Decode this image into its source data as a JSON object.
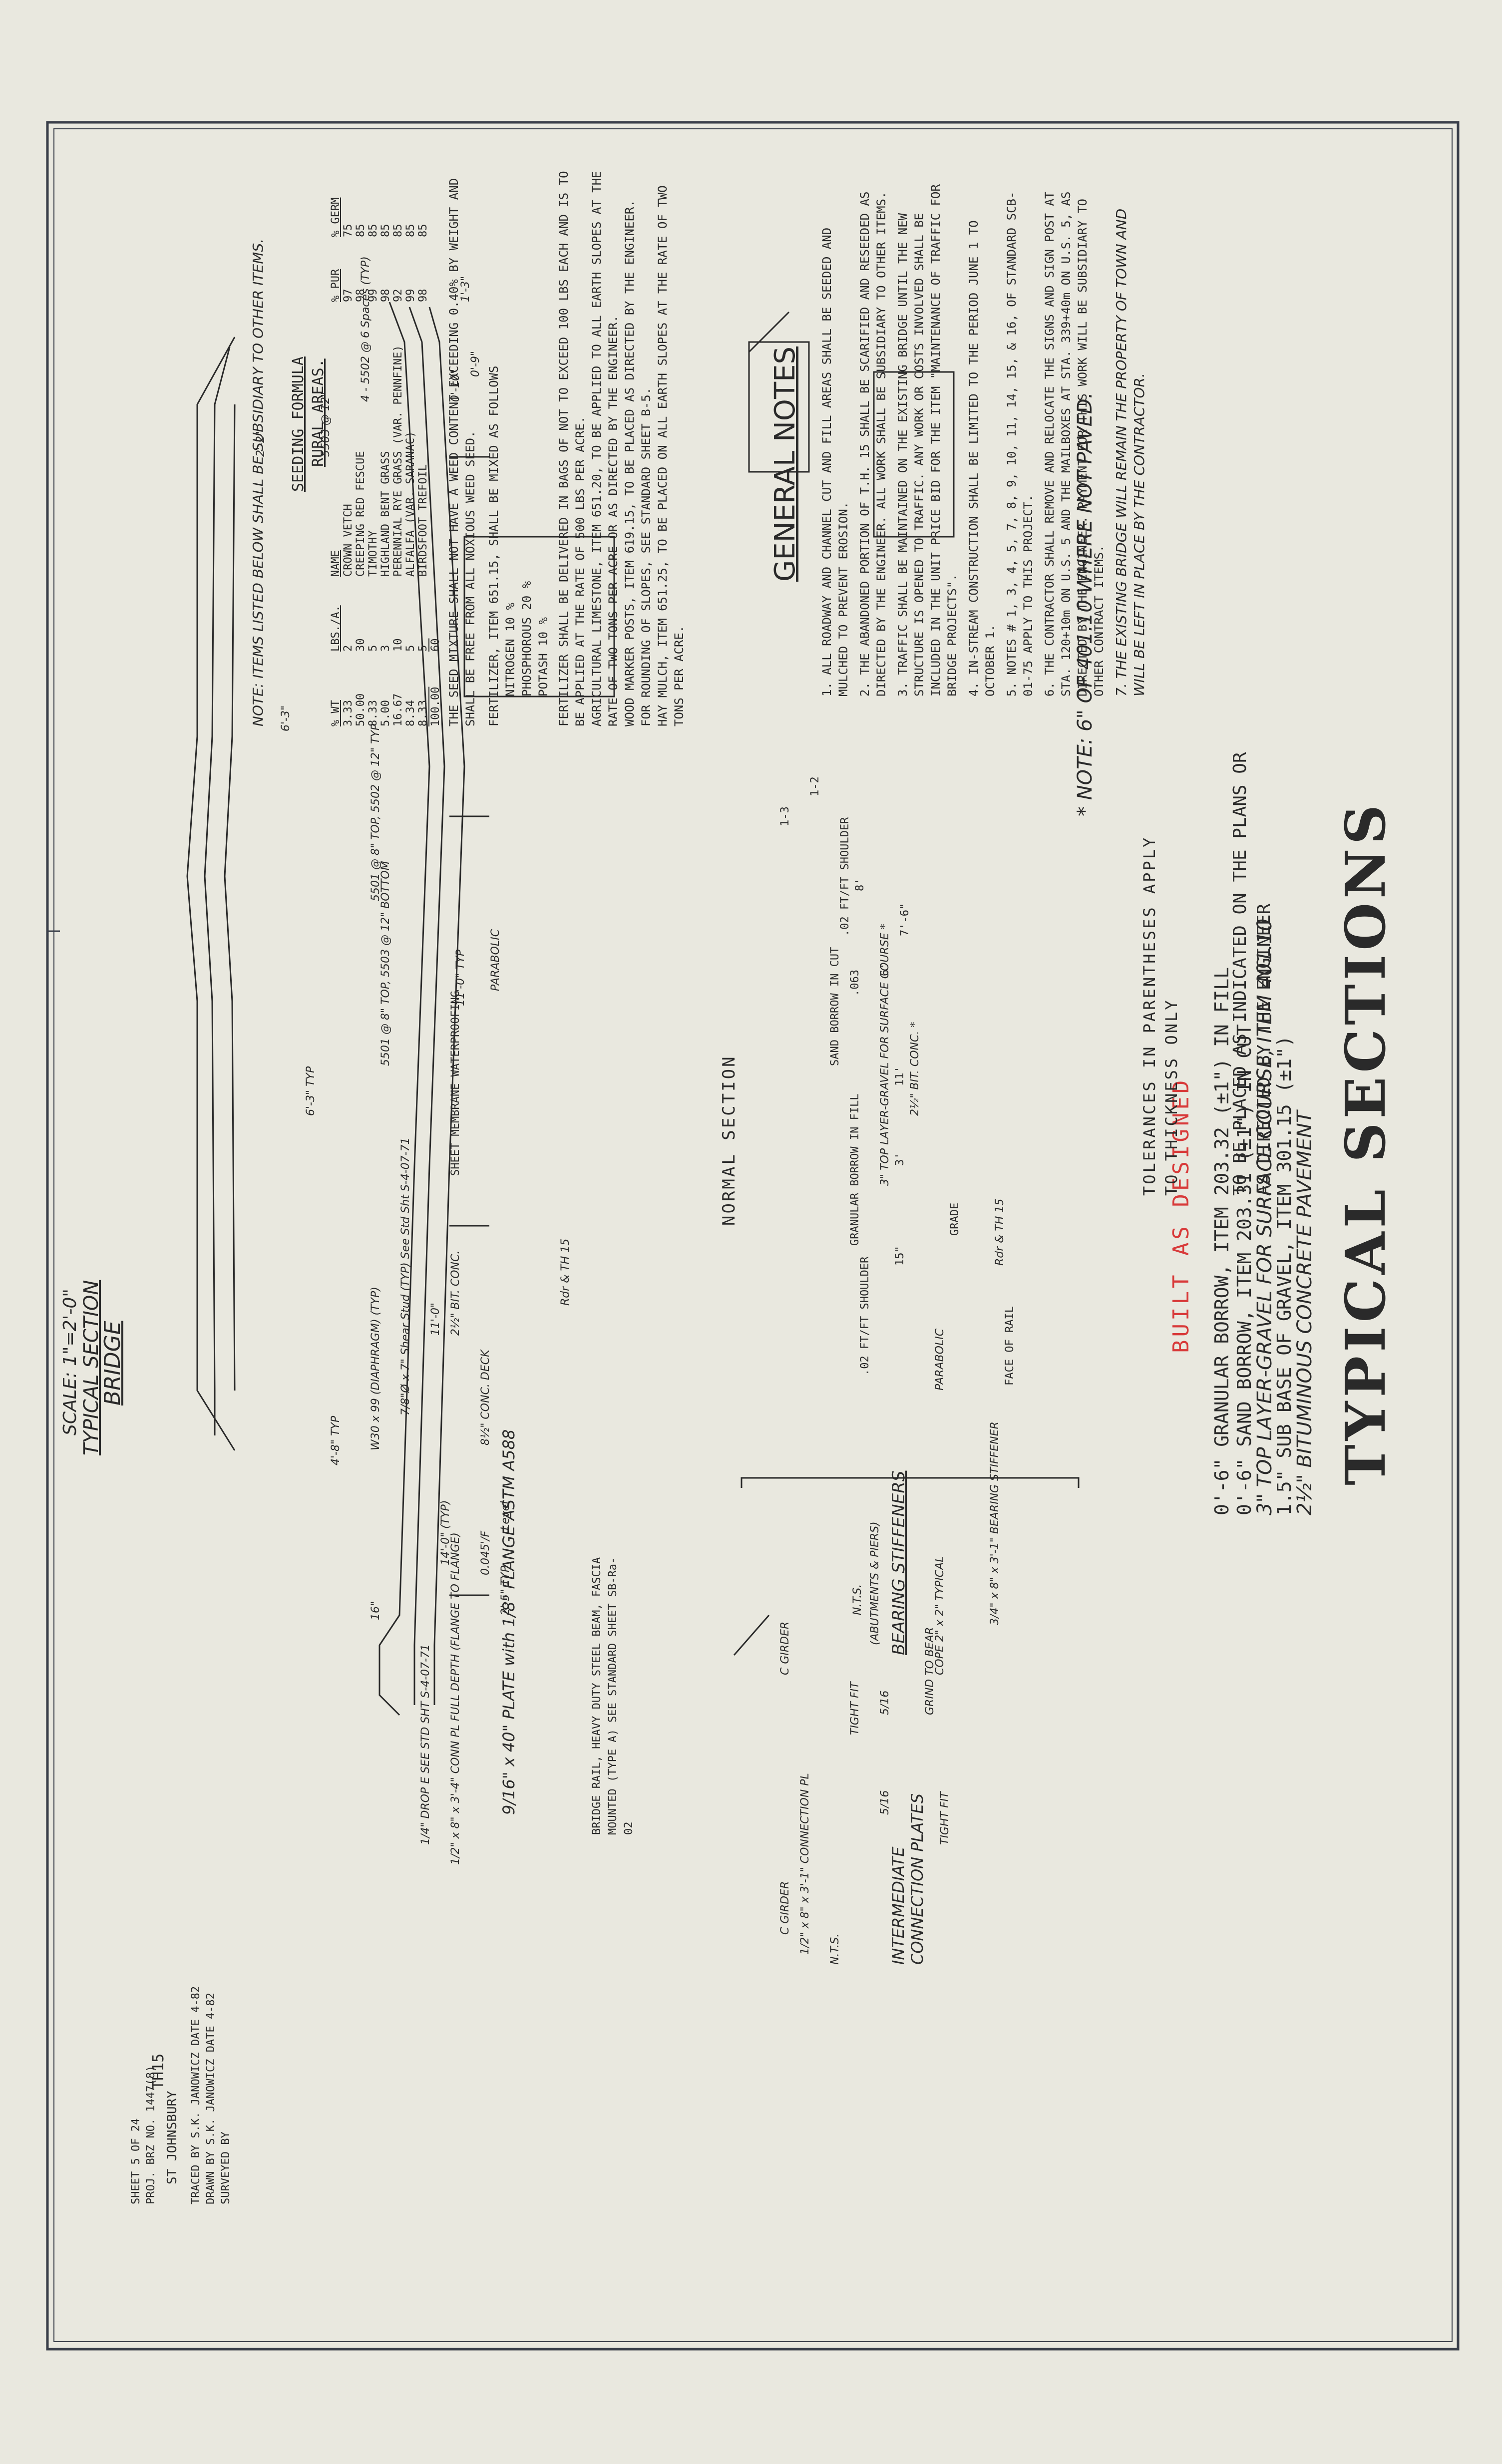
{
  "title": "TYPICAL SECTIONS",
  "layers": [
    "2½\" BITUMINOUS CONCRETE PAVEMENT",
    "1.5\" SUB BASE OF GRAVEL, ITEM 301.15 (±1\")",
    "3\" TOP LAYER-GRAVEL FOR SURFACE COURSE, ITEM 401.10",
    "0'-6\" SAND BORROW, ITEM 203.31 (±1\") IN CUT",
    "0'-6\" GRANULAR BORROW, ITEM 203.32 (±1\") IN FILL"
  ],
  "placement_note": "TO BE PLACED AS INDICATED ON THE PLANS OR AS DIRECTED BY THE ENGINEER",
  "built_stamp": "BUILT AS DESIGNED",
  "tolerance_note": "TOLERANCES IN PARENTHESES APPLY TO THICKNESS ONLY",
  "star_note": "* NOTE: 6\" OF 401.10 WHERE NOT PAVED.",
  "seeding": {
    "top_note": "NOTE: ITEMS LISTED BELOW SHALL BE SUBSIDIARY TO OTHER ITEMS.",
    "title": "SEEDING FORMULA",
    "subtitle": "RURAL AREAS.",
    "headers": [
      "% WT",
      "LBS./A.",
      "NAME",
      "% PUR",
      "% GERM"
    ],
    "rows": [
      [
        "3.33",
        "2",
        "CROWN VETCH",
        "97",
        "75"
      ],
      [
        "50.00",
        "30",
        "CREEPING RED FESCUE",
        "98",
        "85"
      ],
      [
        "8.33",
        "5",
        "TIMOTHY",
        "99",
        "85"
      ],
      [
        "5.00",
        "3",
        "HIGHLAND BENT GRASS",
        "98",
        "85"
      ],
      [
        "16.67",
        "10",
        "PERENNIAL RYE GRASS (VAR. PENNFINE)",
        "92",
        "85"
      ],
      [
        "8.34",
        "5",
        "ALFALFA (VAR. SARANAC)",
        "99",
        "85"
      ],
      [
        "8.33",
        "5",
        "BIRDSFOOT TREFOIL",
        "98",
        "85"
      ],
      [
        "100.00",
        "60",
        "",
        "",
        ""
      ]
    ],
    "mixture_note": "THE SEED MIXTURE SHALL NOT HAVE A WEED CONTENT EXCEEDING 0.40% BY WEIGHT AND SHALL BE FREE FROM ALL NOXIOUS WEED SEED.",
    "fertilizer": "FERTILIZER, ITEM 651.15, SHALL BE MIXED AS FOLLOWS",
    "nutrients": [
      "NITROGEN 10 %",
      "PHOSPHOROUS 20 %",
      "POTASH 10 %"
    ],
    "paragraphs": [
      "FERTILIZER SHALL BE DELIVERED IN BAGS OF NOT TO EXCEED 100 LBS EACH AND IS TO BE APPLIED AT THE RATE OF 500 LBS PER ACRE.",
      "AGRICULTURAL LIMESTONE, ITEM 651.20, TO BE APPLIED TO ALL EARTH SLOPES AT THE RATE OF TWO TONS PER ACRE OR AS DIRECTED BY THE ENGINEER.",
      "WOOD MARKER POSTS, ITEM 619.15, TO BE PLACED AS DIRECTED BY THE ENGINEER.",
      "FOR ROUNDING OF SLOPES, SEE STANDARD SHEET B-5.",
      "HAY MULCH, ITEM 651.25, TO BE PLACED ON ALL EARTH SLOPES AT THE RATE OF TWO TONS PER ACRE."
    ]
  },
  "general_notes": {
    "title": "GENERAL NOTES",
    "items": [
      "1. ALL ROADWAY AND CHANNEL CUT AND FILL AREAS SHALL BE SEEDED AND MULCHED TO PREVENT EROSION.",
      "2. THE ABANDONED PORTION OF T.H. 15 SHALL BE SCARIFIED AND RESEEDED AS DIRECTED BY THE ENGINEER. ALL WORK SHALL BE SUBSIDIARY TO OTHER ITEMS.",
      "3. TRAFFIC SHALL BE MAINTAINED ON THE EXISTING BRIDGE UNTIL THE NEW STRUCTURE IS OPENED TO TRAFFIC. ANY WORK OR COSTS INVOLVED SHALL BE INCLUDED IN THE UNIT PRICE BID FOR THE ITEM \"MAINTENANCE OF TRAFFIC FOR BRIDGE PROJECTS\".",
      "4. IN-STREAM CONSTRUCTION SHALL BE LIMITED TO THE PERIOD JUNE 1 TO OCTOBER 1.",
      "5. NOTES # 1, 3, 4, 5, 7, 8, 9, 10, 11, 14, 15, & 16, OF STANDARD SCB-01-75 APPLY TO THIS PROJECT.",
      "6. THE CONTRACTOR SHALL REMOVE AND RELOCATE THE SIGNS AND SIGN POST AT STA. 120+10m ON U.S. 5 AND THE MAILBOXES AT STA. 339+40m ON U.S. 5, AS DIRECTED BY THE ENGINEER. PAYMENT FOR THIS WORK WILL BE SUBSIDIARY TO OTHER CONTRACT ITEMS.",
      "7. THE EXISTING BRIDGE WILL REMAIN THE PROPERTY OF TOWN AND WILL BE LEFT IN PLACE BY THE CONTRACTOR."
    ]
  },
  "normal_section": {
    "title": "NORMAL SECTION",
    "labels": {
      "face_of_rail": "FACE OF RAIL",
      "cl_th15": "Rdr & TH 15",
      "grade": "GRADE",
      "parabolic": "PARABOLIC",
      "sand_borrow": "SAND BORROW IN CUT",
      "granular_borrow": "GRANULAR BORROW IN FILL",
      "top_layer": "3\" TOP LAYER-GRAVEL FOR SURFACE COURSE *",
      "bit_conc": "2½\" BIT. CONC. *",
      "slope_12": "1-2",
      "slope_13": "1-3",
      "shoulder_left": ".02 FT/FT SHOULDER",
      "shoulder_right": ".02 FT/FT SHOULDER",
      "d063": ".063",
      "dim_8": "8'",
      "dim_6": "6'",
      "dim_11": "11'",
      "dim_3": "3'",
      "dim_76": "7'-6\"",
      "dim_15": "15\""
    }
  },
  "bridge": {
    "title": "BRIDGE",
    "subtitle": "TYPICAL SECTION",
    "scale": "SCALE: 1\"=2'-0\"",
    "labels": {
      "sheet_membrane": "SHEET MEMBRANE WATERPROOFING",
      "parabolic": "PARABOLIC",
      "bit_conc": "2½\" BIT. CONC.",
      "conc_deck": "8½\" CONC. DECK",
      "dim_11_typ": "11'-0\" TYP",
      "dim_11": "11'-0\"",
      "dim_14": "14'-0\" (TYP)",
      "dim_22": "2'-2\"",
      "dim_63a": "6'-3\"",
      "dim_63b": "6'-3\" TYP",
      "dim_48": "4'-8\" TYP",
      "dim_16": "16\"",
      "dim_25": "2'-5\" TYP",
      "slope": "0.045'/F",
      "dim_010": "0'-10\"",
      "dim_09": "0'-9\"",
      "dim_13": "1'-3\"",
      "level": "Level",
      "rebar_1": "4 - 5502 @ 6 Spaces (TYP)",
      "rebar_2": "5503 @ 12\"",
      "rebar_3": "5501 @ 8\" TOP, 5502 @ 12\" TYP",
      "rebar_4": "5501 @ 8\" TOP, 5503 @ 12\" BOTTOM",
      "shear": "7/8\"Ø x 7\" Shear Stud (TYP) See Std Sht S-4-07-71",
      "beam": "W30 x 99 (DIAPHRAGM) (TYP)",
      "bridge_rail": "BRIDGE RAIL, HEAVY DUTY STEEL BEAM, FASCIA MOUNTED (TYPE A) SEE STANDARD SHEET SB-Ra-02",
      "plate": "9/16\" x 40\" PLATE with 1/8\" FLANGE ASTM A588",
      "cross_frame": "1/2\" x 8\" x 3'-4\" CONN PL FULL DEPTH (FLANGE TO FLANGE)",
      "drop": "1/4\" DROP E SEE STD SHT S-4-07-71",
      "cl": "Rdr & TH 15"
    }
  },
  "stiffeners": {
    "title": "BEARING STIFFENERS",
    "subtitle": "(ABUTMENTS & PIERS)",
    "nts": "N.T.S.",
    "title2": "INTERMEDIATE CONNECTION PLATES",
    "nts2": "N.T.S.",
    "labels": {
      "girder1": "C GIRDER",
      "girder2": "C GIRDER",
      "bearing": "3/4\" x 8\" x 3'-1\" BEARING STIFFENER",
      "tight_fit": "TIGHT FIT",
      "tight_fit2": "TIGHT FIT",
      "grind": "GRIND TO BEAR",
      "clip": "COPE 2\" x 2\" TYPICAL",
      "weld1": "5/16",
      "weld2": "5/16",
      "conn": "1/2\" x 8\" x 3'-1\" CONNECTION PL"
    }
  },
  "title_block": {
    "route": "TH15",
    "surveyed": "SURVEYED BY",
    "drawn": "DRAWN BY S.K. JANOWICZ  DATE 4-82",
    "traced": "TRACED BY S.K. JANOWICZ  DATE 4-82",
    "town": "ST JOHNSBURY",
    "project": "PROJ. BRZ NO. 1447(8)",
    "sheet": "SHEET 5 OF 24"
  },
  "colors": {
    "paper": "#e9e8df",
    "ink": "#2a2a2a",
    "stamp": "#d83a3a",
    "border": "#3a3f4a"
  }
}
